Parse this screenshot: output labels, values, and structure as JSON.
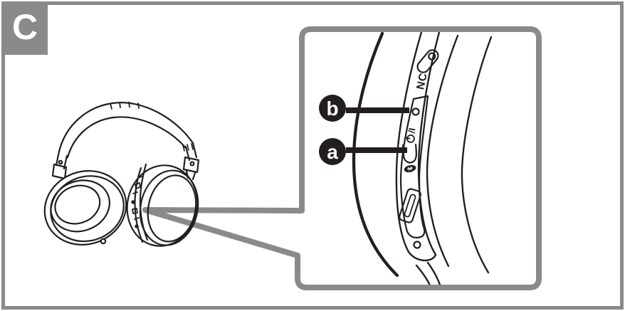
{
  "section_label": "C",
  "colors": {
    "frame_gray": "#8a8a8a",
    "ink_black": "#231f20",
    "background": "#ffffff"
  },
  "illustration": {
    "subject": "over-ear wireless headphones with magnified right ear-cup control strip",
    "headphones_icon": "headphones-line-art",
    "magnifier_icon": "callout-wedge"
  },
  "callout": {
    "labels": [
      {
        "letter": "b"
      },
      {
        "letter": "a"
      }
    ],
    "nc_label": "NC",
    "power_marking": "/I",
    "icons": {
      "nc_slider": "nc-switch-slider-icon",
      "status_led": "led-hole-icon",
      "power": "power-standby-icon",
      "power_switch": "power-slider-icon",
      "bluetooth": "bluetooth-icon",
      "usb": "micro-usb-port-icon",
      "mic": "microphone-hole-icon"
    }
  }
}
